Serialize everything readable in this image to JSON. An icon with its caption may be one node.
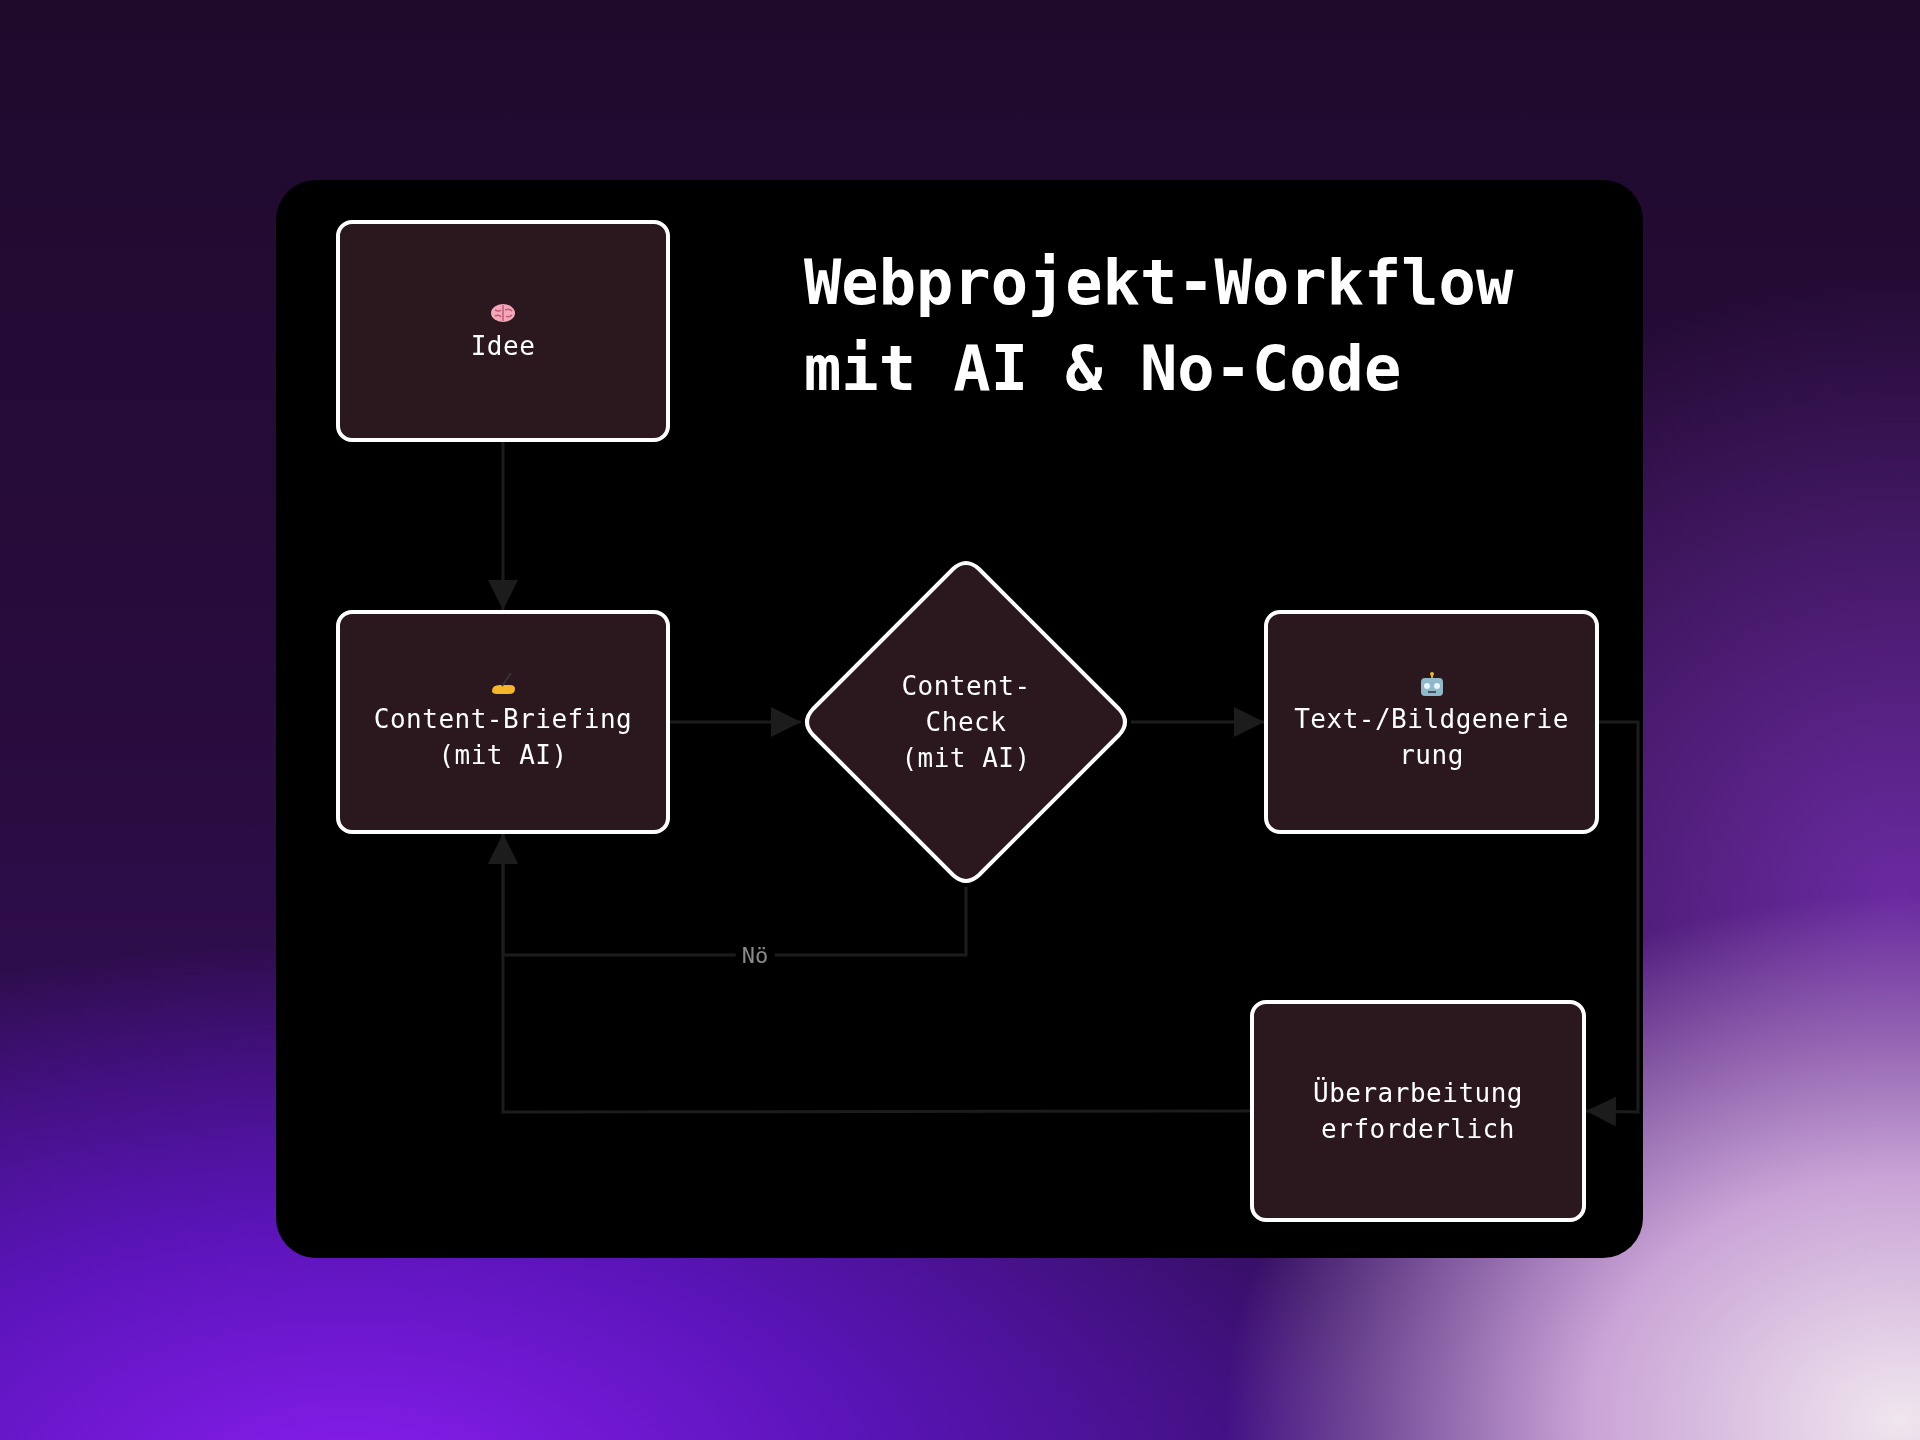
{
  "diagram": {
    "title": "Webprojekt-Workflow mit AI & No-Code",
    "nodes": [
      {
        "text": [
          "Idee"
        ]
      },
      {
        "text": [
          "Content-Briefing (mit AI)"
        ]
      },
      {
        "text": [
          "Content-Check (mit AI)"
        ]
      },
      {
        "text": [
          "Text-/Bildgenerierung"
        ]
      },
      {
        "text": [
          "Überarbeitung erforderlich"
        ]
      }
    ],
    "edges": [
      {
        "from": 0,
        "to": 1,
        "arrow": "to"
      },
      {
        "from": 1,
        "to": 2,
        "arrow": "to"
      },
      {
        "from": 2,
        "to": 3,
        "arrow": "to"
      },
      {
        "from": 2,
        "to": 1,
        "arrow": "to",
        "label": "Nö"
      },
      {
        "from": 4,
        "to": 1,
        "arrow": "to"
      },
      {
        "from": 3,
        "to": 4,
        "arrow": "to"
      }
    ]
  }
}
